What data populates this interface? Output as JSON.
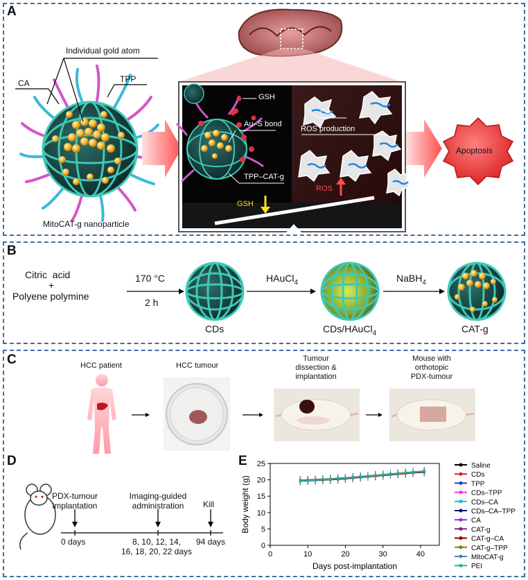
{
  "panelA": {
    "label": "A",
    "gold_atom": "Individual gold atom",
    "ca": "CA",
    "tpp": "TPP",
    "nanoparticle_caption": "MitoCAT-g nanoparticle",
    "gsh": "GSH",
    "au_s_bond": "Au–S bond",
    "tpp_cat_g": "TPP–CAT-g",
    "gsh_arrow": "GSH",
    "ros_arrow": "ROS",
    "ca_inner": "CA",
    "ros_production": "ROS production",
    "apoptosis": "Apoptosis"
  },
  "panelB": {
    "label": "B",
    "reagent1": "Citric  acid",
    "plus": "+",
    "reagent2": "Polyene polymine",
    "temp": "170 °C",
    "time": "2 h",
    "haucl4": "HAuCl",
    "haucl4_sub": "4",
    "nabh4": "NaBH",
    "nabh4_sub": "4",
    "cds": "CDs",
    "cds_haucl4": "CDs/HAuCl",
    "cds_haucl4_sub": "4",
    "cat_g": "CAT-g"
  },
  "panelC": {
    "label": "C",
    "patient": "HCC patient",
    "tumour": "HCC tumour",
    "dissection_l1": "Tumour",
    "dissection_l2": "dissection &",
    "dissection_l3": "implantation",
    "mouse_l1": "Mouse with",
    "mouse_l2": "orthotopic",
    "mouse_l3": "PDX-tumour"
  },
  "panelD": {
    "label": "D",
    "ev1_l1": "PDX-tumour",
    "ev1_l2": "implantation",
    "ev2_l1": "Imaging-guided",
    "ev2_l2": "administration",
    "ev3": "Kill",
    "t1": "0 days",
    "t2_l1": "8, 10, 12, 14,",
    "t2_l2": "16, 18, 20, 22 days",
    "t3": "94 days"
  },
  "panelE": {
    "label": "E"
  },
  "chart_data": {
    "type": "line",
    "xlabel": "Days post-implantation",
    "ylabel": "Body weight (g)",
    "xlim": [
      0,
      45
    ],
    "ylim": [
      0,
      25
    ],
    "xticks": [
      0,
      10,
      20,
      30,
      40
    ],
    "yticks": [
      0,
      5,
      10,
      15,
      20,
      25
    ],
    "legend_position": "right",
    "x": [
      8,
      10,
      12,
      14,
      16,
      18,
      20,
      22,
      24,
      26,
      28,
      30,
      32,
      34,
      36,
      38,
      41
    ],
    "series": [
      {
        "name": "Saline",
        "color": "#000000",
        "values": [
          19.8,
          19.9,
          20.0,
          20.1,
          20.2,
          20.3,
          20.5,
          20.7,
          20.9,
          21.1,
          21.3,
          21.5,
          21.7,
          21.9,
          22.1,
          22.3,
          22.6
        ]
      },
      {
        "name": "CDs",
        "color": "#e41a1c",
        "values": [
          19.6,
          19.7,
          19.8,
          19.9,
          20.0,
          20.2,
          20.4,
          20.6,
          20.8,
          21.0,
          21.2,
          21.4,
          21.6,
          21.8,
          22.0,
          22.2,
          22.4
        ]
      },
      {
        "name": "TPP",
        "color": "#1f3bd6",
        "values": [
          19.9,
          20.0,
          20.1,
          20.2,
          20.3,
          20.4,
          20.6,
          20.8,
          21.0,
          21.2,
          21.4,
          21.6,
          21.8,
          22.0,
          22.2,
          22.4,
          22.7
        ]
      },
      {
        "name": "CDs–TPP",
        "color": "#ff33cc",
        "values": [
          19.7,
          19.8,
          19.9,
          20.0,
          20.1,
          20.3,
          20.5,
          20.7,
          20.9,
          21.1,
          21.3,
          21.5,
          21.7,
          21.9,
          22.1,
          22.3,
          22.5
        ]
      },
      {
        "name": "CDs–CA",
        "color": "#00c8d7",
        "values": [
          19.8,
          19.9,
          20.0,
          20.1,
          20.2,
          20.3,
          20.5,
          20.7,
          20.9,
          21.1,
          21.3,
          21.5,
          21.7,
          21.9,
          22.1,
          22.3,
          22.6
        ]
      },
      {
        "name": "CDs–CA–TPP",
        "color": "#0b0b6e",
        "values": [
          19.9,
          20.0,
          20.1,
          20.2,
          20.3,
          20.5,
          20.6,
          20.8,
          21.0,
          21.2,
          21.4,
          21.6,
          21.8,
          22.0,
          22.2,
          22.4,
          22.6
        ]
      },
      {
        "name": "CA",
        "color": "#8a2be2",
        "values": [
          19.7,
          19.8,
          19.9,
          20.0,
          20.1,
          20.2,
          20.4,
          20.6,
          20.8,
          21.0,
          21.2,
          21.4,
          21.6,
          21.8,
          22.0,
          22.2,
          22.5
        ]
      },
      {
        "name": "CAT-g",
        "color": "#8b1a8b",
        "values": [
          19.8,
          19.9,
          20.0,
          20.1,
          20.2,
          20.4,
          20.6,
          20.8,
          21.0,
          21.2,
          21.4,
          21.6,
          21.8,
          22.0,
          22.2,
          22.4,
          22.7
        ]
      },
      {
        "name": "CAT-g–CA",
        "color": "#8b0000",
        "values": [
          19.6,
          19.7,
          19.8,
          19.9,
          20.0,
          20.1,
          20.3,
          20.5,
          20.7,
          20.9,
          21.1,
          21.3,
          21.5,
          21.7,
          21.9,
          22.1,
          22.3
        ]
      },
      {
        "name": "CAT-g–TPP",
        "color": "#808000",
        "values": [
          19.9,
          20.0,
          20.1,
          20.2,
          20.3,
          20.4,
          20.6,
          20.8,
          21.0,
          21.2,
          21.4,
          21.6,
          21.8,
          22.0,
          22.2,
          22.4,
          22.6
        ]
      },
      {
        "name": "MitoCAT-g",
        "color": "#4682b4",
        "values": [
          19.8,
          19.9,
          20.0,
          20.1,
          20.2,
          20.3,
          20.5,
          20.7,
          20.9,
          21.1,
          21.3,
          21.5,
          21.7,
          21.9,
          22.1,
          22.3,
          22.5
        ]
      },
      {
        "name": "PEI",
        "color": "#20b2aa",
        "values": [
          19.7,
          19.8,
          19.9,
          20.0,
          20.1,
          20.3,
          20.5,
          20.7,
          20.9,
          21.1,
          21.3,
          21.5,
          21.7,
          21.9,
          22.1,
          22.3,
          22.6
        ]
      }
    ]
  }
}
